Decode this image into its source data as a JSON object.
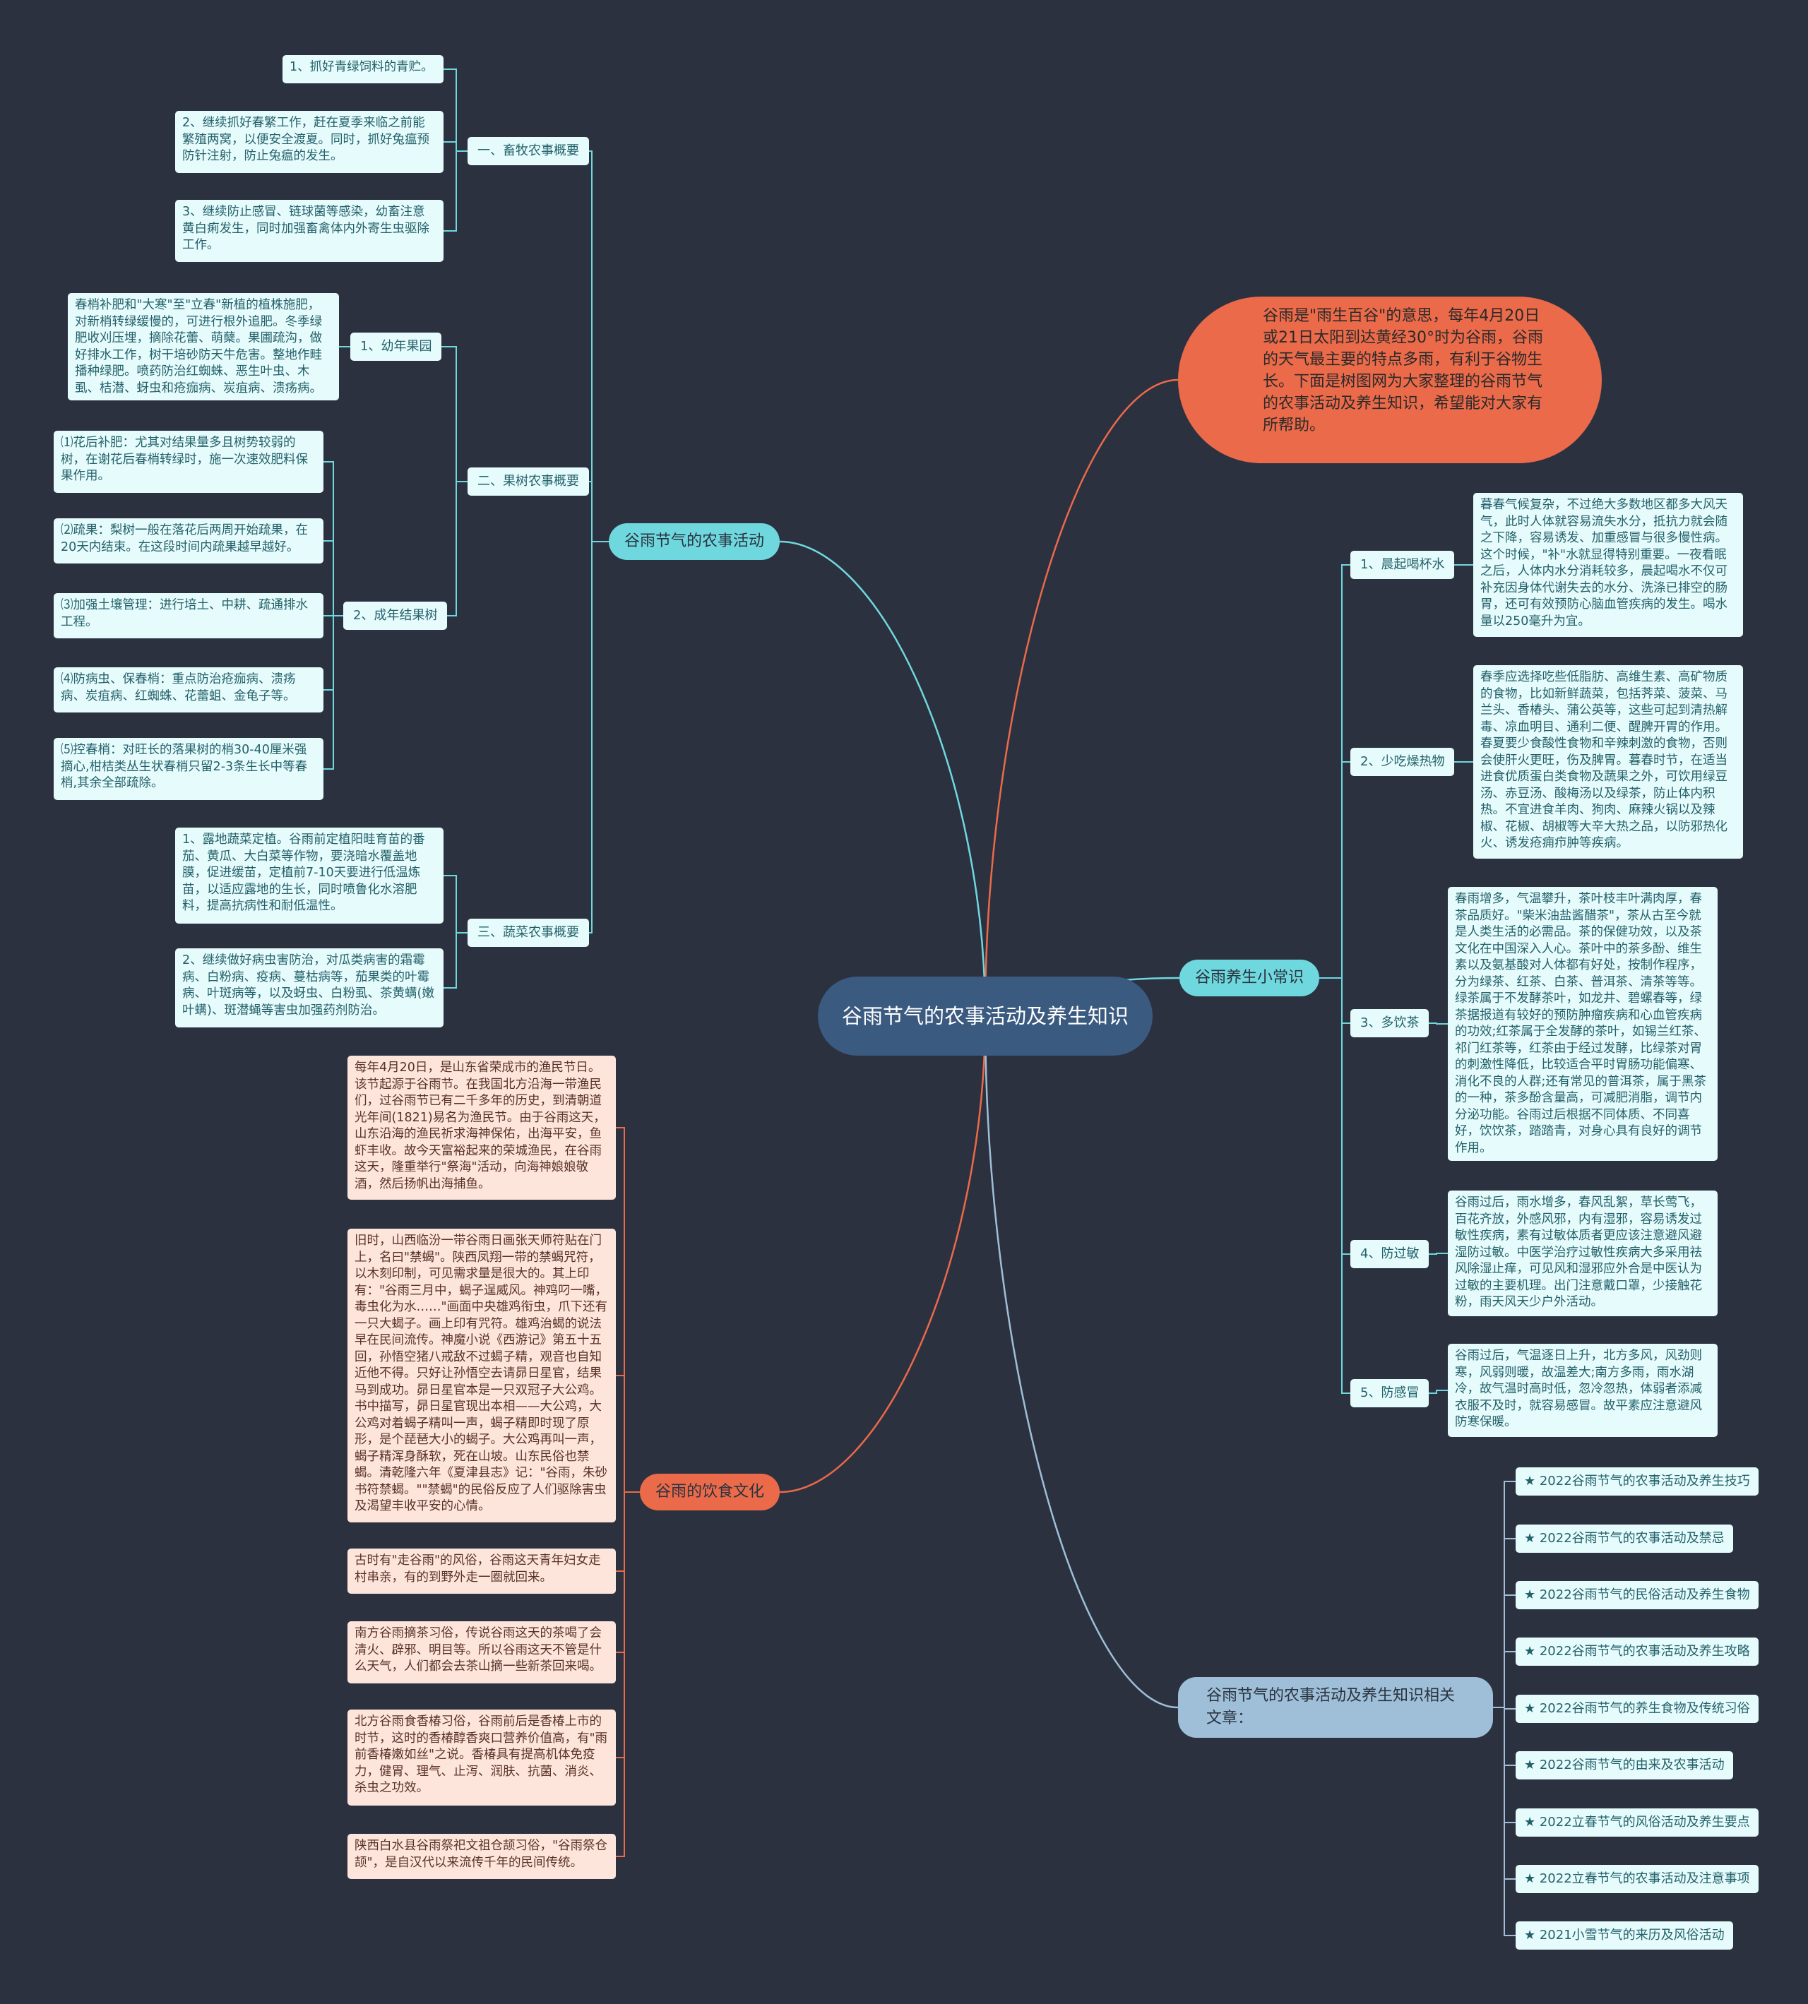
{
  "root": {
    "title": "谷雨节气的农事活动及养生知识"
  },
  "intro": {
    "text": "谷雨是\"雨生百谷\"的意思，每年4月20日或21日太阳到达黄经30°时为谷雨，谷雨的天气最主要的特点多雨，有利于谷物生长。下面是树图网为大家整理的谷雨节气的农事活动及养生知识，希望能对大家有所帮助。"
  },
  "farming": {
    "title": "谷雨节气的农事活动",
    "livestock": {
      "title": "一、畜牧农事概要",
      "items": [
        "1、抓好青绿饲料的青贮。",
        "2、继续抓好春繁工作，赶在夏季来临之前能繁殖两窝，以便安全渡夏。同时，抓好兔瘟预防针注射，防止兔瘟的发生。",
        "3、继续防止感冒、链球菌等感染，幼畜注意黄白痢发生，同时加强畜禽体内外寄生虫驱除工作。"
      ]
    },
    "orchard": {
      "title": "二、果树农事概要",
      "young": {
        "title": "1、幼年果园",
        "text": "春梢补肥和\"大寒\"至\"立春\"新植的植株施肥，对新梢转绿缓慢的，可进行根外追肥。冬季绿肥收刈压埋，摘除花蕾、萌蘖。果圃疏沟，做好排水工作，树干培砂防天牛危害。整地作畦播种绿肥。喷药防治红蜘蛛、恶生叶虫、木虱、桔潜、蚜虫和疮痂病、炭疽病、溃疡病。"
      },
      "mature": {
        "title": "2、成年结果树",
        "items": [
          "⑴花后补肥：尤其对结果量多且树势较弱的树，在谢花后春梢转绿时，施一次速效肥料保果作用。",
          "⑵疏果：梨树一般在落花后两周开始疏果，在20天内结束。在这段时间内疏果越早越好。",
          "⑶加强土壤管理：进行培土、中耕、疏通排水工程。",
          "⑷防病虫、保春梢：重点防治疮痂病、溃疡病、炭疽病、红蜘蛛、花蕾蛆、金龟子等。",
          "⑸控春梢：对旺长的落果树的梢30-40厘米强摘心,柑桔类丛生状春梢只留2-3条生长中等春梢,其余全部疏除。"
        ]
      }
    },
    "vegetable": {
      "title": "三、蔬菜农事概要",
      "items": [
        "1、露地蔬菜定植。谷雨前定植阳畦育苗的番茄、黄瓜、大白菜等作物，要浇暗水覆盖地膜，促进缓苗，定植前7-10天要进行低温炼苗，以适应露地的生长，同时喷鲁化水溶肥料，提高抗病性和耐低温性。",
        "2、继续做好病虫害防治，对瓜类病害的霜霉病、白粉病、疫病、蔓枯病等，茄果类的叶霉病、叶斑病等，以及蚜虫、白粉虱、茶黄螨(嫩叶螨)、斑潜蝇等害虫加强药剂防治。"
      ]
    }
  },
  "health": {
    "title": "谷雨养生小常识",
    "items": [
      {
        "title": "1、晨起喝杯水",
        "text": "暮春气候复杂，不过绝大多数地区都多大风天气，此时人体就容易流失水分，抵抗力就会随之下降，容易诱发、加重感冒与很多慢性病。这个时候，\"补\"水就显得特别重要。一夜看眠之后，人体内水分消耗较多，晨起喝水不仅可补充因身体代谢失去的水分、洗涤已排空的肠胃，还可有效预防心脑血管疾病的发生。喝水量以250毫升为宜。"
      },
      {
        "title": "2、少吃燥热物",
        "text": "春季应选择吃些低脂肪、高维生素、高矿物质的食物，比如新鲜蔬菜，包括荠菜、菠菜、马兰头、香椿头、蒲公英等，这些可起到清热解毒、凉血明目、通利二便、醒脾开胃的作用。春夏要少食酸性食物和辛辣刺激的食物，否则会使肝火更旺，伤及脾胃。暮春时节，在适当进食优质蛋白类食物及蔬果之外，可饮用绿豆汤、赤豆汤、酸梅汤以及绿茶，防止体内积热。不宜进食羊肉、狗肉、麻辣火锅以及辣椒、花椒、胡椒等大辛大热之品，以防邪热化火、诱发疮痈疖肿等疾病。"
      },
      {
        "title": "3、多饮茶",
        "text": "春雨增多，气温攀升，茶叶枝丰叶满肉厚，春茶品质好。\"柴米油盐酱醋茶\"，茶从古至今就是人类生活的必需品。茶的保健功效，以及茶文化在中国深入人心。茶叶中的茶多酚、维生素以及氨基酸对人体都有好处，按制作程序，分为绿茶、红茶、白茶、普洱茶、清茶等等。绿茶属于不发酵茶叶，如龙井、碧螺春等，绿茶据报道有较好的预防肿瘤疾病和心血管疾病的功效;红茶属于全发酵的茶叶，如锡兰红茶、祁门红茶等，红茶由于经过发酵，比绿茶对胃的刺激性降低，比较适合平时胃肠功能偏寒、消化不良的人群;还有常见的普洱茶，属于黑茶的一种，茶多酚含量高，可减肥消脂，调节内分泌功能。谷雨过后根据不同体质、不同喜好，饮饮茶，踏踏青，对身心具有良好的调节作用。"
      },
      {
        "title": "4、防过敏",
        "text": "谷雨过后，雨水增多，春风乱絮，草长莺飞，百花齐放，外感风邪，内有湿邪，容易诱发过敏性疾病，素有过敏体质者更应该注意避风避湿防过敏。中医学治疗过敏性疾病大多采用祛风除湿止痒，可见风和湿邪应外合是中医认为过敏的主要机理。出门注意戴口罩，少接触花粉，雨天风天少户外活动。"
      },
      {
        "title": "5、防感冒",
        "text": "谷雨过后，气温逐日上升，北方多风，风劲则寒，风弱则暖，故温差大;南方多雨，雨水湖冷，故气温时高时低，忽冷忽热，体弱者添减衣服不及时，就容易感冒。故平素应注意避风防寒保暖。"
      }
    ]
  },
  "food": {
    "title": "谷雨的饮食文化",
    "items": [
      "每年4月20日，是山东省荣成市的渔民节日。该节起源于谷雨节。在我国北方沿海一带渔民们，过谷雨节已有二千多年的历史，到清朝道光年间(1821)易名为渔民节。由于谷雨这天，山东沿海的渔民祈求海神保佑，出海平安，鱼虾丰收。故今天富裕起来的荣城渔民，在谷雨这天，隆重举行\"祭海\"活动，向海神娘娘敬酒，然后扬帆出海捕鱼。",
      "旧时，山西临汾一带谷雨日画张天师符贴在门上，名曰\"禁蝎\"。陕西凤翔一带的禁蝎咒符，以木刻印制，可见需求量是很大的。其上印有：\"谷雨三月中，蝎子逞威风。神鸡叼一嘴，毒虫化为水……\"画面中央雄鸡衔虫，爪下还有一只大蝎子。画上印有咒符。雄鸡治蝎的说法早在民间流传。神魔小说《西游记》第五十五回，孙悟空猪八戒敌不过蝎子精，观音也自知近他不得。只好让孙悟空去请昴日星官，结果马到成功。昴日星官本是一只双冠子大公鸡。书中描写，昴日星官现出本相——大公鸡，大公鸡对着蝎子精叫一声，蝎子精即时现了原形，是个琵琶大小的蝎子。大公鸡再叫一声，蝎子精浑身酥软，死在山坡。山东民俗也禁蝎。清乾隆六年《夏津县志》记：\"谷雨，朱砂书符禁蝎。\"\"禁蝎\"的民俗反应了人们驱除害虫及渴望丰收平安的心情。",
      "古时有\"走谷雨\"的风俗，谷雨这天青年妇女走村串亲，有的到野外走一圈就回来。",
      "南方谷雨摘茶习俗，传说谷雨这天的茶喝了会清火、辟邪、明目等。所以谷雨这天不管是什么天气，人们都会去茶山摘一些新茶回来喝。",
      "北方谷雨食香椿习俗，谷雨前后是香椿上市的时节，这时的香椿醇香爽口营养价值高，有\"雨前香椿嫩如丝\"之说。香椿具有提高机体免疫力，健胃、理气、止泻、润肤、抗菌、消炎、杀虫之功效。",
      "陕西白水县谷雨祭祀文祖仓颉习俗，\"谷雨祭仓颉\"，是自汉代以来流传千年的民间传统。"
    ]
  },
  "related": {
    "title": "谷雨节气的农事活动及养生知识相关文章：",
    "items": [
      "★ 2022谷雨节气的农事活动及养生技巧",
      "★ 2022谷雨节气的农事活动及禁忌",
      "★ 2022谷雨节气的民俗活动及养生食物",
      "★ 2022谷雨节气的农事活动及养生攻略",
      "★ 2022谷雨节气的养生食物及传统习俗",
      "★ 2022谷雨节气的由来及农事活动",
      "★ 2022立春节气的风俗活动及养生要点",
      "★ 2022立春节气的农事活动及注意事项",
      "★ 2021小雪节气的来历及风俗活动"
    ]
  },
  "colors": {
    "background": "#2c3140",
    "root": "#3b5a80",
    "intro": "#ea6a4a",
    "branch_cyan": "#6fd8de",
    "branch_red": "#ea6a4a",
    "branch_blue": "#9ebfd7",
    "link_cyan": "#6fd8de",
    "link_red": "#ea6a4a",
    "link_blue": "#9ebfd7"
  }
}
